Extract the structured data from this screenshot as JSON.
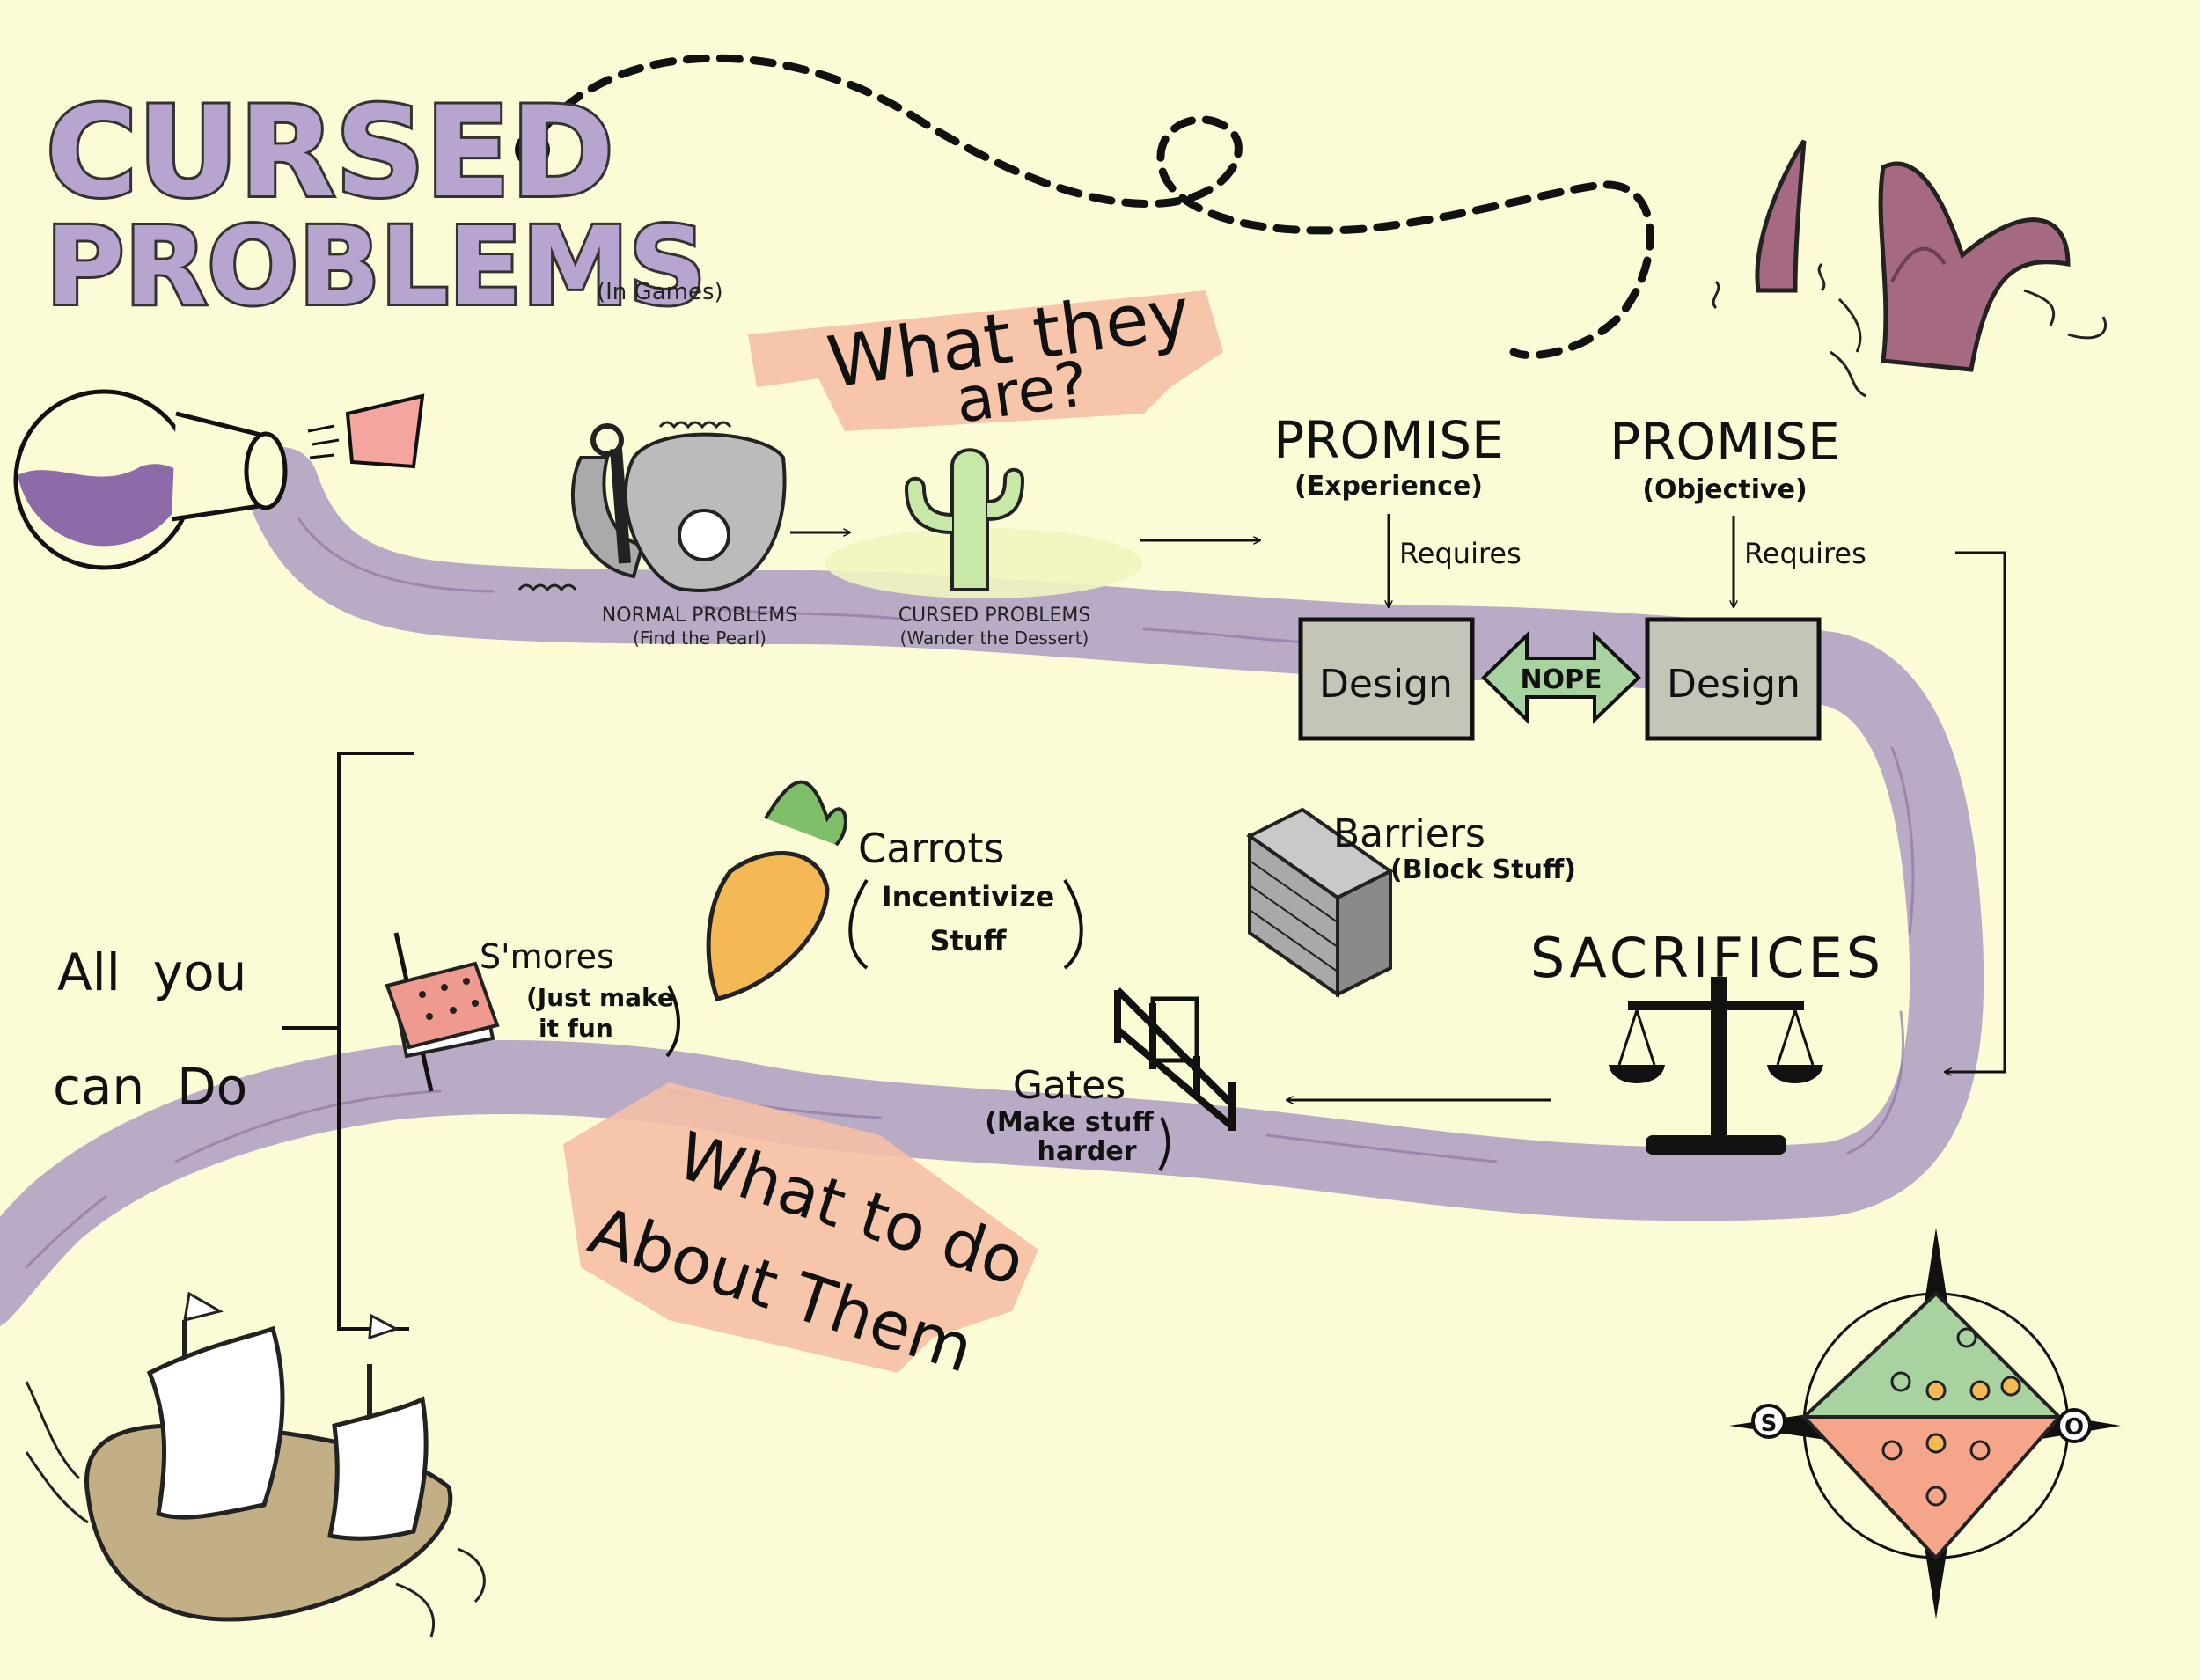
{
  "title": {
    "line1": "CURSED",
    "line2": "PROBLEMS",
    "subtitle": "(In Games)"
  },
  "sections": {
    "top": [
      "What they",
      "are?"
    ],
    "bottom": [
      "What to do",
      "About Them"
    ]
  },
  "problems": {
    "normal": {
      "label": "NORMAL PROBLEMS",
      "sublabel": "(Find the Pearl)"
    },
    "cursed": {
      "label": "CURSED PROBLEMS",
      "sublabel": "(Wander the Dessert)"
    }
  },
  "promises": [
    {
      "title": "PROMISE",
      "sub": "(Experience)",
      "requires": "Requires",
      "design": "Design"
    },
    {
      "title": "PROMISE",
      "sub": "(Objective)",
      "requires": "Requires",
      "design": "Design"
    }
  ],
  "conflict": "NOPE",
  "sacrifices": "SACRIFICES",
  "solutions": {
    "barriers": {
      "label": "Barriers",
      "sub": "(Block Stuff)"
    },
    "carrots": {
      "label": "Carrots",
      "sub": [
        "Incentivize",
        "Stuff"
      ]
    },
    "gates": {
      "label": "Gates",
      "sub": [
        "(Make stuff",
        "harder"
      ]
    },
    "smores": {
      "label": "S'mores",
      "sub": [
        "(Just make",
        "it fun"
      ]
    }
  },
  "all_you_can_do": [
    "All  you",
    "can  Do"
  ],
  "compass": {
    "west": "S",
    "east": "O"
  },
  "colors": {
    "background": "#fbfbd6",
    "river": "#b5a5c4",
    "title": "#b8a5cf",
    "highlight": "#f5bfa5",
    "box": "#c4c5b6",
    "nope": "#a8d2a0",
    "cactus": "#c8e8a8",
    "carrot": "#f4b855",
    "wall": "#a9a9a9"
  }
}
